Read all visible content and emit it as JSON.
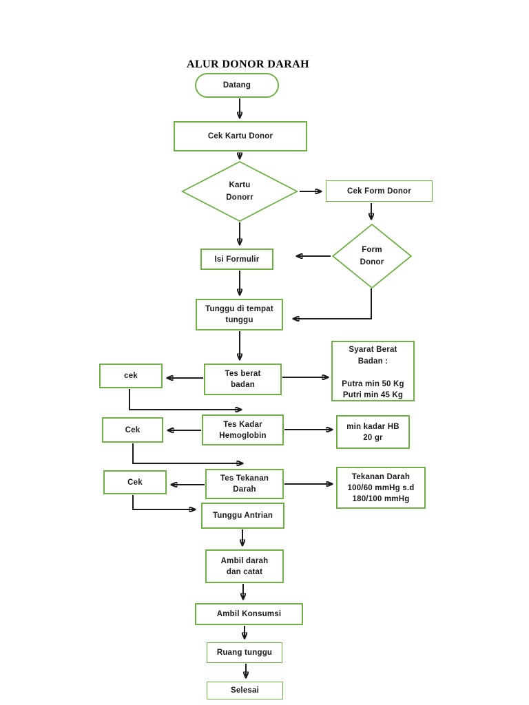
{
  "page": {
    "title": "ALUR DONOR DARAH"
  },
  "colors": {
    "shape_border": "#70AD47",
    "arrow": "#1a1a1a",
    "background": "#ffffff",
    "text": "#1a1a1a"
  },
  "nodes": {
    "datang": {
      "type": "terminator",
      "label": "Datang"
    },
    "cek_kartu_donor": {
      "type": "process",
      "label": "Cek Kartu Donor"
    },
    "kartu_donor": {
      "type": "decision",
      "label": "Kartu\nDonorr"
    },
    "cek_form_donor": {
      "type": "process",
      "label": "Cek Form Donor"
    },
    "form_donor": {
      "type": "decision",
      "label": "Form\nDonor"
    },
    "isi_formulir": {
      "type": "process",
      "label": "Isi Formulir"
    },
    "tunggu_tempat": {
      "type": "process",
      "label": "Tunggu di tempat\ntunggu"
    },
    "cek1": {
      "type": "process",
      "label": "cek"
    },
    "tes_berat": {
      "type": "process",
      "label": "Tes berat\nbadan"
    },
    "syarat_berat": {
      "type": "note",
      "label": "Syarat Berat\nBadan :\n\nPutra min 50 Kg\nPutri min 45 Kg"
    },
    "cek2": {
      "type": "process",
      "label": "Cek"
    },
    "tes_kadar": {
      "type": "process",
      "label": "Tes Kadar\nHemoglobin"
    },
    "min_kadar": {
      "type": "note",
      "label": "min kadar HB\n20 gr"
    },
    "cek3": {
      "type": "process",
      "label": "Cek"
    },
    "tes_tekanan": {
      "type": "process",
      "label": "Tes Tekanan\nDarah"
    },
    "tekanan_info": {
      "type": "note",
      "label": "Tekanan Darah\n100/60 mmHg s.d\n180/100 mmHg"
    },
    "tunggu_antrian": {
      "type": "process",
      "label": "Tunggu Antrian"
    },
    "ambil_darah": {
      "type": "process",
      "label": "Ambil darah\ndan catat"
    },
    "ambil_konsumsi": {
      "type": "process",
      "label": "Ambil Konsumsi"
    },
    "ruang_tunggu": {
      "type": "process",
      "label": "Ruang tunggu"
    },
    "selesai": {
      "type": "process",
      "label": "Selesai"
    }
  },
  "edges": [
    {
      "from": "datang",
      "to": "cek_kartu_donor"
    },
    {
      "from": "cek_kartu_donor",
      "to": "kartu_donor"
    },
    {
      "from": "kartu_donor",
      "to": "cek_form_donor"
    },
    {
      "from": "kartu_donor",
      "to": "isi_formulir"
    },
    {
      "from": "cek_form_donor",
      "to": "form_donor"
    },
    {
      "from": "form_donor",
      "to": "isi_formulir"
    },
    {
      "from": "form_donor",
      "to": "tunggu_tempat"
    },
    {
      "from": "isi_formulir",
      "to": "tunggu_tempat"
    },
    {
      "from": "tunggu_tempat",
      "to": "tes_berat"
    },
    {
      "from": "tes_berat",
      "to": "cek1"
    },
    {
      "from": "tes_berat",
      "to": "syarat_berat"
    },
    {
      "from": "cek1",
      "to": "tes_kadar"
    },
    {
      "from": "tes_kadar",
      "to": "cek2"
    },
    {
      "from": "tes_kadar",
      "to": "min_kadar"
    },
    {
      "from": "cek2",
      "to": "tes_tekanan"
    },
    {
      "from": "tes_tekanan",
      "to": "cek3"
    },
    {
      "from": "tes_tekanan",
      "to": "tekanan_info"
    },
    {
      "from": "cek3",
      "to": "tunggu_antrian"
    },
    {
      "from": "tunggu_antrian",
      "to": "ambil_darah"
    },
    {
      "from": "ambil_darah",
      "to": "ambil_konsumsi"
    },
    {
      "from": "ambil_konsumsi",
      "to": "ruang_tunggu"
    },
    {
      "from": "ruang_tunggu",
      "to": "selesai"
    }
  ]
}
